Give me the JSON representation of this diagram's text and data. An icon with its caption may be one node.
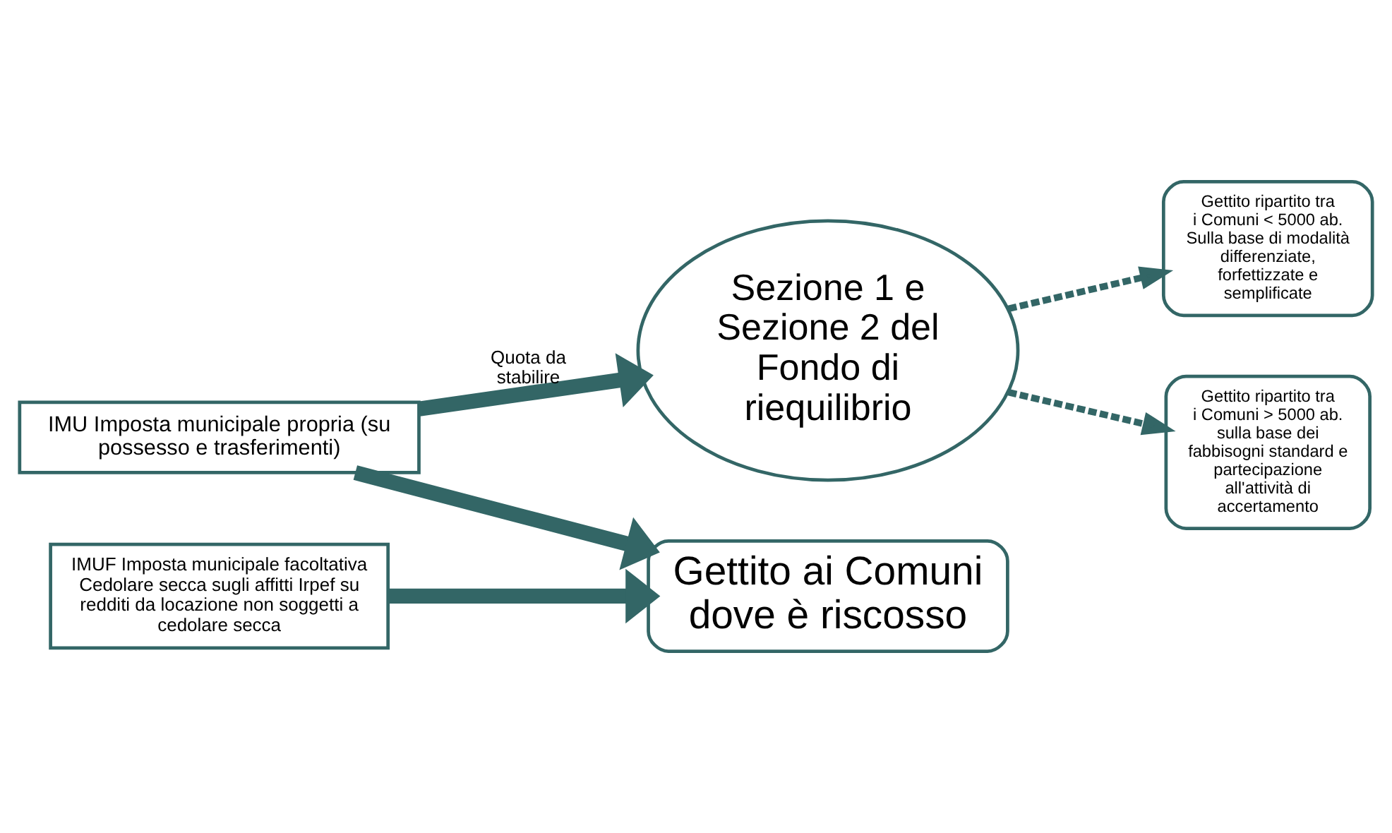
{
  "diagram": {
    "nodes": [
      {
        "text": [
          "Sezione 1 e Sezione 2 del Fondo di riequilibrio"
        ]
      },
      {
        "text": [
          "Gettito ripartito tra i Comuni < 5000 ab. Sulla base di modalità differenziate, forfettizzate e semplificate"
        ]
      },
      {
        "text": [
          "Gettito ripartito tra i Comuni > 5000 ab. sulla base dei fabbisogni standard e partecipazione all'attività di accertamento"
        ]
      },
      {
        "text": [
          "IMU Imposta municipale propria (su possesso e trasferimenti)"
        ]
      },
      {
        "text": [
          "Gettito ai Comuni dove è riscosso"
        ]
      },
      {
        "text": [
          "IMUF Imposta municipale facoltativa Cedolare secca sugli affitti Irpef su redditi da locazione non soggetti a cedolare secca"
        ]
      }
    ],
    "edges": [
      {
        "from": 3,
        "to": 0,
        "arrow": "to",
        "label": "Quota da stabilire"
      },
      {
        "from": 0,
        "to": 1,
        "arrow": "to",
        "style": "dashed"
      },
      {
        "from": 0,
        "to": 2,
        "arrow": "to",
        "style": "dashed"
      },
      {
        "from": 3,
        "to": 4,
        "arrow": "to"
      },
      {
        "from": 5,
        "to": 4,
        "arrow": "to"
      }
    ]
  }
}
